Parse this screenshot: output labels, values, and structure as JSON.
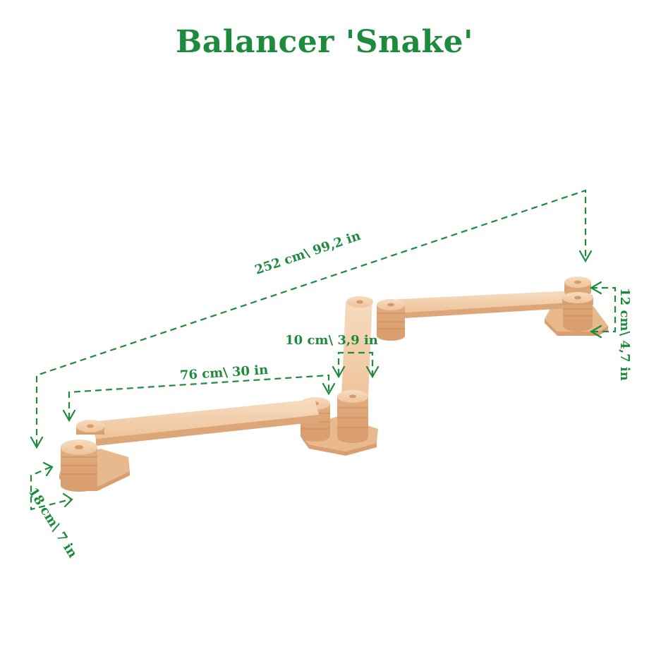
{
  "title": "Balancer 'Snake'",
  "accent_color": "#1e8a3c",
  "wood_color": "#f0c9a2",
  "dimensions": {
    "total_length": "252 cm\\ 99,2 in",
    "board_length": "76 cm\\ 30 in",
    "board_width": "10 cm\\ 3,9 in",
    "height": "12 cm\\ 4,7 in",
    "base_width": "18 cm\\ 7 in"
  }
}
